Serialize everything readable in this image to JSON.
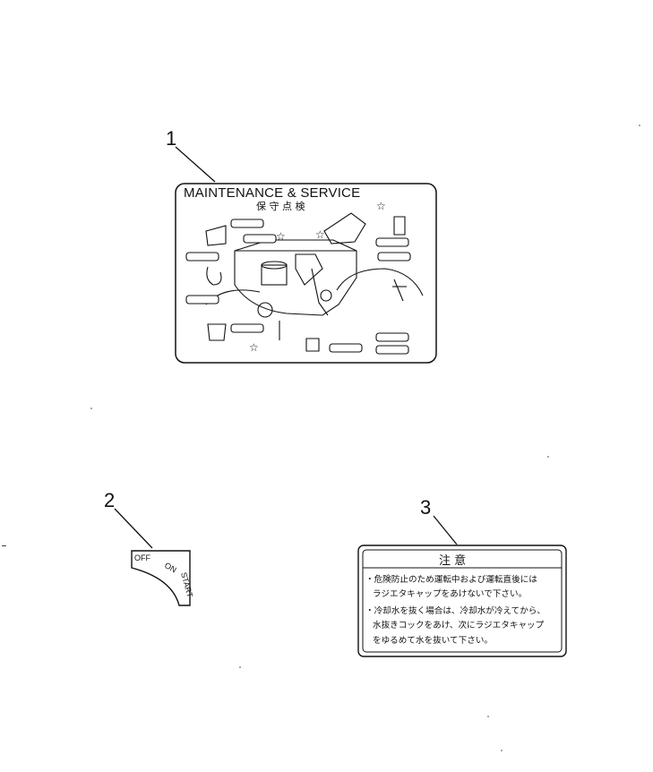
{
  "callouts": [
    "1",
    "2",
    "3"
  ],
  "decal_1": {
    "title": "MAINTENANCE & SERVICE",
    "subtitle": "保 守 点 検",
    "star": "☆"
  },
  "decal_2": {
    "off": "OFF",
    "on": "ON",
    "start": "START"
  },
  "decal_3": {
    "heading": "注    意",
    "lines": [
      "・危険防止のため運転中および運転直後には",
      "ラジエタキャップをあけないで下さい。",
      "・冷却水を抜く場合は、冷却水が冷えてから、",
      "水抜きコックをあけ、次にラジエタキャップ",
      "をゆるめて水を抜いて下さい。"
    ]
  }
}
